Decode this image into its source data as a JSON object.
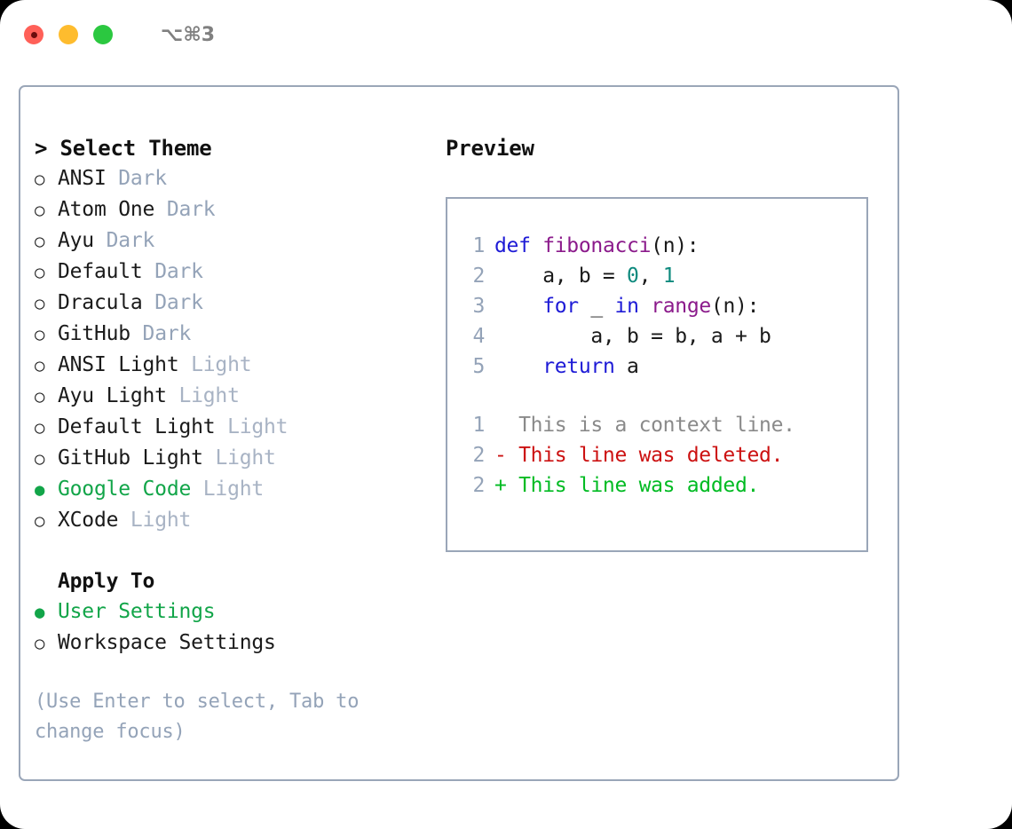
{
  "titlebar": {
    "lights": [
      {
        "name": "close",
        "color": "#ff6058"
      },
      {
        "name": "minimize",
        "color": "#febc2e"
      },
      {
        "name": "maximize",
        "color": "#2bc840"
      }
    ],
    "shortcut": "⌥⌘3"
  },
  "theme_picker": {
    "header": "> Select Theme",
    "options": [
      {
        "marker": "○",
        "name": "ANSI",
        "tag": "Dark",
        "selected": false
      },
      {
        "marker": "○",
        "name": "Atom One",
        "tag": "Dark",
        "selected": false
      },
      {
        "marker": "○",
        "name": "Ayu",
        "tag": "Dark",
        "selected": false
      },
      {
        "marker": "○",
        "name": "Default",
        "tag": "Dark",
        "selected": false
      },
      {
        "marker": "○",
        "name": "Dracula",
        "tag": "Dark",
        "selected": false
      },
      {
        "marker": "○",
        "name": "GitHub",
        "tag": "Dark",
        "selected": false
      },
      {
        "marker": "○",
        "name": "ANSI Light",
        "tag": "Light",
        "selected": false
      },
      {
        "marker": "○",
        "name": "Ayu Light",
        "tag": "Light",
        "selected": false
      },
      {
        "marker": "○",
        "name": "Default Light",
        "tag": "Light",
        "selected": false
      },
      {
        "marker": "○",
        "name": "GitHub Light",
        "tag": "Light",
        "selected": false
      },
      {
        "marker": "●",
        "name": "Google Code",
        "tag": "Light",
        "selected": true
      },
      {
        "marker": "○",
        "name": "XCode",
        "tag": "Light",
        "selected": false
      }
    ]
  },
  "apply_to": {
    "header": "Apply To",
    "options": [
      {
        "marker": "●",
        "name": "User Settings",
        "selected": true
      },
      {
        "marker": "○",
        "name": "Workspace Settings",
        "selected": false
      }
    ]
  },
  "hint": "(Use Enter to select, Tab to change focus)",
  "preview": {
    "title": "Preview",
    "code_lines": [
      {
        "number": "1",
        "tokens": [
          {
            "text": "def ",
            "cls": "t-kw"
          },
          {
            "text": "fibonacci",
            "cls": "t-fn"
          },
          {
            "text": "(n):",
            "cls": "t-pl"
          }
        ]
      },
      {
        "number": "2",
        "tokens": [
          {
            "text": "    a, b = ",
            "cls": "t-pl"
          },
          {
            "text": "0",
            "cls": "t-num"
          },
          {
            "text": ", ",
            "cls": "t-pl"
          },
          {
            "text": "1",
            "cls": "t-num"
          }
        ]
      },
      {
        "number": "3",
        "tokens": [
          {
            "text": "    ",
            "cls": "t-pl"
          },
          {
            "text": "for",
            "cls": "t-kw"
          },
          {
            "text": " _ ",
            "cls": "t-pl"
          },
          {
            "text": "in",
            "cls": "t-kw"
          },
          {
            "text": " ",
            "cls": "t-pl"
          },
          {
            "text": "range",
            "cls": "t-fn"
          },
          {
            "text": "(n):",
            "cls": "t-pl"
          }
        ]
      },
      {
        "number": "4",
        "tokens": [
          {
            "text": "        a, b = b, a + b",
            "cls": "t-pl"
          }
        ]
      },
      {
        "number": "5",
        "tokens": [
          {
            "text": "    ",
            "cls": "t-pl"
          },
          {
            "text": "return",
            "cls": "t-kw"
          },
          {
            "text": " a",
            "cls": "t-pl"
          }
        ]
      }
    ],
    "diff_lines": [
      {
        "number": "1",
        "sign": "  ",
        "text": "This is a context line.",
        "kind": "d-ctx"
      },
      {
        "number": "2",
        "sign": "- ",
        "text": "This line was deleted.",
        "kind": "d-del"
      },
      {
        "number": "2",
        "sign": "+ ",
        "text": "This line was added.",
        "kind": "d-add"
      }
    ]
  },
  "colors": {
    "accent_green": "#12a549",
    "border": "#9aa6b8",
    "muted": "#94a3b8",
    "keyword": "#1d1ad6",
    "function": "#8b1a8b",
    "number": "#0f8a7e",
    "diff_add": "#00bb22",
    "diff_del": "#cc1111"
  }
}
